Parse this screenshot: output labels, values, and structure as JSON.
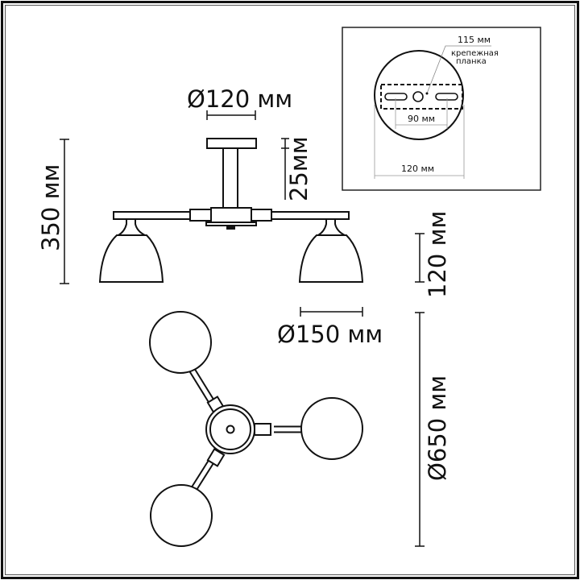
{
  "colors": {
    "line": "#111111",
    "background": "#ffffff",
    "inset_border": "#222222",
    "leader": "#888888"
  },
  "side_view": {
    "canopy_diameter_label": "Ø120 мм",
    "total_height_label": "350 мм",
    "canopy_height_label": "25мм",
    "shade_height_label": "120 мм",
    "shade_diameter_label": "Ø150 мм"
  },
  "top_view": {
    "overall_diameter_label": "Ø650 мм",
    "globe_count": 3
  },
  "mounting_inset": {
    "bracket_length_label": "115 мм",
    "bracket_caption_line1": "крепежная",
    "bracket_caption_line2": "планка",
    "hole_spacing_label": "90 мм",
    "canopy_width_label": "120 мм"
  }
}
